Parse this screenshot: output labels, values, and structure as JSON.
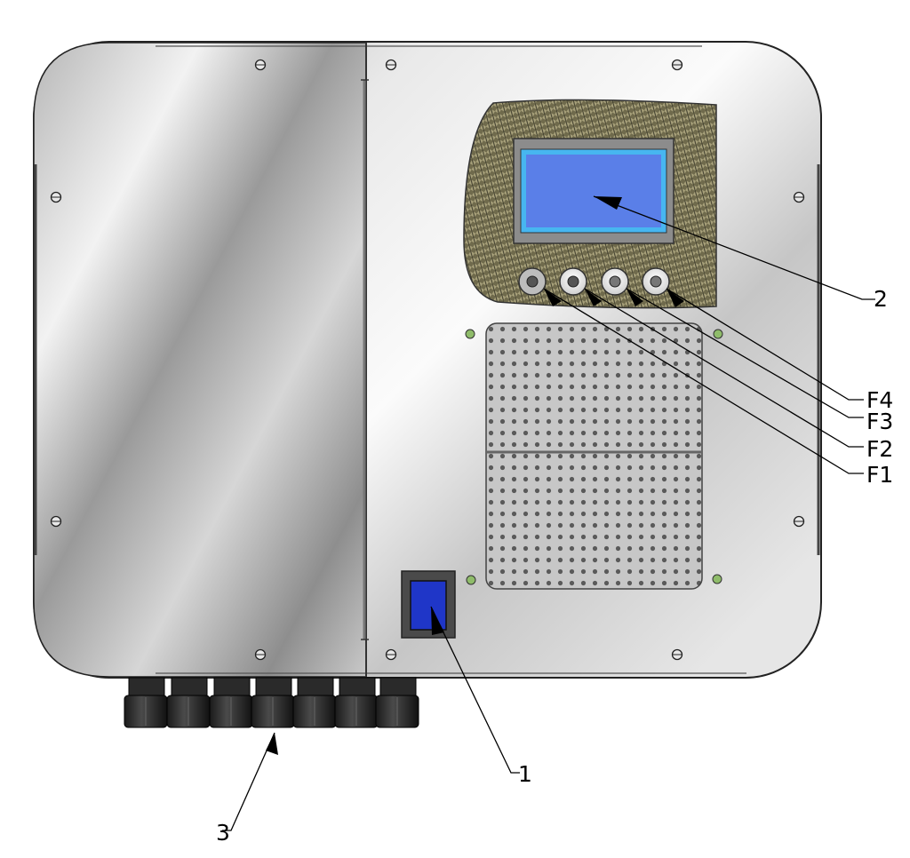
{
  "callouts": {
    "display": "2",
    "f4": "F4",
    "f3": "F3",
    "f2": "F2",
    "f1": "F1",
    "switch": "1",
    "glands": "3"
  },
  "colors": {
    "screen": "#5a7fe8",
    "screen_border": "#47b6f0",
    "switch": "#1f36c8",
    "led": "#8fbc6a",
    "carbon_panel": "#7c7452"
  },
  "icons": {
    "button": "push-button-icon",
    "screw": "screw-icon",
    "led": "status-led-icon"
  }
}
